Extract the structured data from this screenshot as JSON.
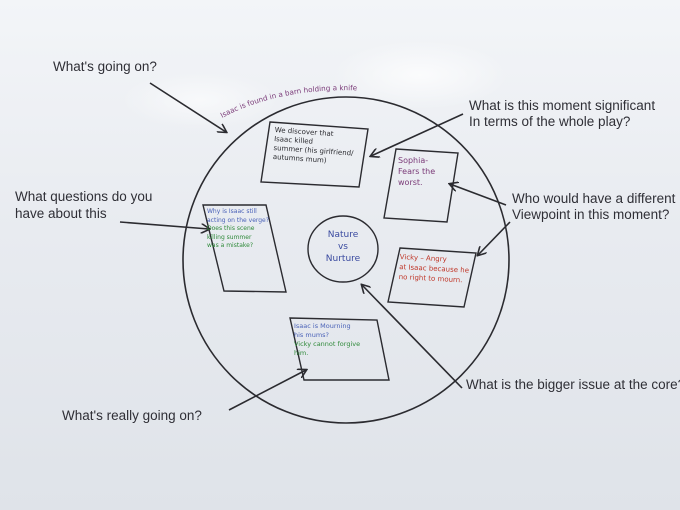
{
  "questions": {
    "going_on": "What's going on?",
    "significant_line1": "What is this moment significant",
    "significant_line2": "In terms of the whole play?",
    "about_line1": "What questions do you",
    "about_line2": "have about this",
    "viewpoint_line1": "Who would have a different",
    "viewpoint_line2": "Viewpoint in this moment?",
    "bigger_issue": "What is the bigger issue at the core?",
    "really_going_on": "What's really going on?"
  },
  "handwriting": {
    "arc_text": "Isaac is found in a barn holding a knife",
    "top_note_l1": "We discover that",
    "top_note_l2": "Isaac killed",
    "top_note_l3": "summer (his girlfriend/",
    "top_note_l4": "autumns mum)",
    "sophia_l1": "Sophia-",
    "sophia_l2": "Fears the",
    "sophia_l3": "worst.",
    "left_note_l1": "Why is Isaac still",
    "left_note_l2": "acting on the verge?",
    "left_note_l3": "Does this scene",
    "left_note_l4": "killing summer",
    "left_note_l5": "was a mistake?",
    "center_l1": "Nature",
    "center_l2": "vs",
    "center_l3": "Nurture",
    "vicky_l1": "Vicky – Angry",
    "vicky_l2": "at Isaac because he",
    "vicky_l3": "no right to mourn.",
    "bottom_l1": "Isaac is Mourning",
    "bottom_l2": "his mums?",
    "bottom_l3": "Vicky cannot forgive",
    "bottom_l4": "him."
  },
  "colors": {
    "ink": "#2b2b30",
    "purple": "#7a3a78",
    "blue": "#4a62b8",
    "green": "#2f8a3a",
    "red": "#c0392b"
  }
}
